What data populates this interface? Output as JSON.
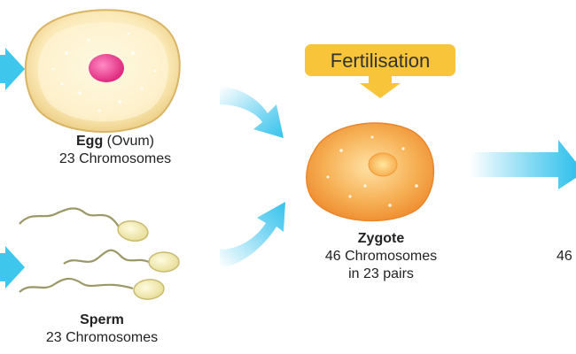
{
  "callout": {
    "text": "Fertilisation"
  },
  "egg": {
    "name": "Egg",
    "alt_name": "(Ovum)",
    "chromosomes": "23 Chromosomes"
  },
  "sperm": {
    "name": "Sperm",
    "chromosomes": "23 Chromosomes"
  },
  "zygote": {
    "name": "Zygote",
    "chromosomes": "46 Chromosomes",
    "pairs": "in 23 pairs"
  },
  "offscreen": {
    "partial_text": "46"
  },
  "colors": {
    "arrow": "#3fc6ec",
    "egg_fill": "#fbe9b8",
    "egg_rim": "#e8c97c",
    "nucleus": "#e8388f",
    "sperm_fill": "#f3ecb0",
    "zygote_fill": "#f39c3c",
    "callout_fill": "#f7c43a"
  }
}
